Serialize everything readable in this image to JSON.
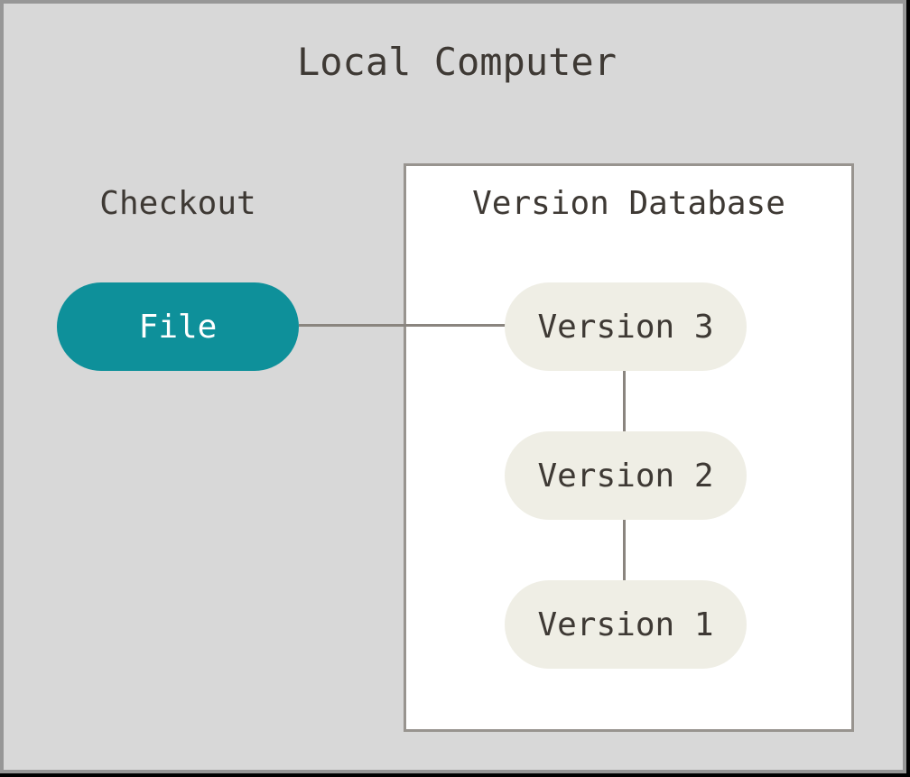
{
  "title": "Local Computer",
  "checkout": {
    "label": "Checkout"
  },
  "file_node": {
    "label": "File"
  },
  "version_database": {
    "title": "Version Database",
    "versions": [
      {
        "label": "Version 3"
      },
      {
        "label": "Version 2"
      },
      {
        "label": "Version 1"
      }
    ]
  },
  "edges": [
    {
      "from": "file",
      "to": "version-3",
      "orientation": "horizontal"
    },
    {
      "from": "version-3",
      "to": "version-2",
      "orientation": "vertical"
    },
    {
      "from": "version-2",
      "to": "version-1",
      "orientation": "vertical"
    }
  ],
  "colors": {
    "background": "#D8D8D8",
    "frame_border": "#979797",
    "frame_shadow": "#000000",
    "box_background": "#FFFFFF",
    "box_border": "#98948F",
    "edge_line": "#8A857F",
    "text_dark": "#3E3934",
    "file_node_fill": "#0E909A",
    "file_node_text": "#FFFFFF",
    "version_node_fill": "#EFEEE5"
  }
}
